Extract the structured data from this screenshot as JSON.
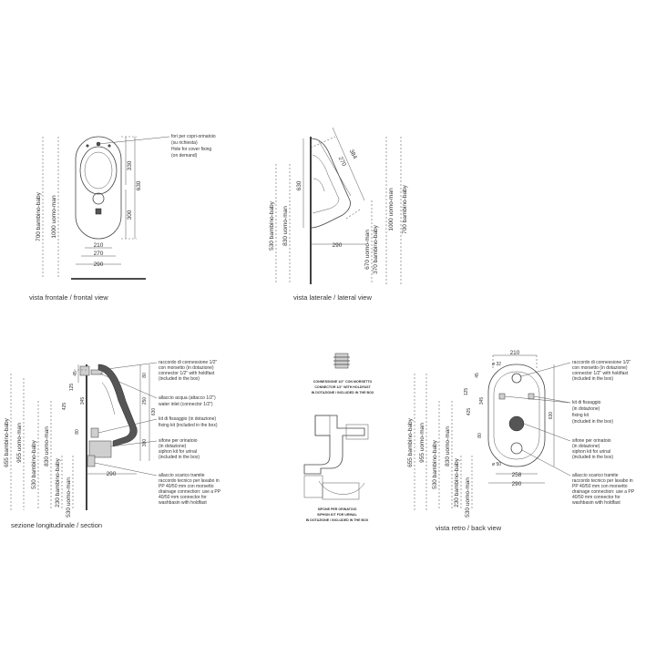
{
  "views": {
    "front": {
      "caption": "vista frontale / frontal view",
      "dims": {
        "d330": "330",
        "d300": "300",
        "d630": "630",
        "d210": "210",
        "d270": "270",
        "d290": "290",
        "side_700": "700  bambino-baby",
        "side_1000": "1000  uomo-man"
      },
      "note": [
        "fori per copri-orinatoio",
        "(su richiesta)",
        "Hole for cover fixing",
        "(on demand)"
      ]
    },
    "lateral": {
      "caption": "vista laterale / lateral view",
      "dims": {
        "d384": "384",
        "d270": "270",
        "d630": "630",
        "d290": "290",
        "left_530": "530  bambino-baby",
        "left_830": "830  uomo-man",
        "r_670": "670  uomo-man",
        "r_370": "370  bambino-baby",
        "r_1000": "1000  uomo-man",
        "r_700": "700  bambino-baby"
      }
    },
    "section": {
      "caption": "sezione longitudinale / section",
      "dims": {
        "d45": "45",
        "d80a": "80",
        "d125": "125",
        "d250": "250",
        "d345": "345",
        "d630": "630",
        "d425": "425",
        "d80b": "80",
        "d380": "380",
        "d290": "290",
        "l_655": "655  bambino-baby",
        "l_955": "955  uomo-man",
        "l_530": "530  bambino-baby",
        "l_830": "830  uomo-man",
        "l_230": "230  bambino-baby",
        "l_530b": "530  uomo-man"
      },
      "notes": [
        [
          "raccordo di connessione 1/2\"",
          "con morsetto (in dotazione)",
          "connector 1/2\" with holdfast",
          "(included in the box)"
        ],
        [
          "allaccio acqua (attacco 1/2\")",
          "water inlet (connector 1/2\")"
        ],
        [
          "kit di fissaggio (in dotazione)",
          "fixing kit (included in the box)"
        ],
        [
          "sifone per orinatoio",
          "(in dotazione)",
          "siphon kit for urinal",
          "(included in the box)"
        ],
        [
          "allaccio scarico tramite",
          "raccordo tecnico per lavabo in",
          "PP 40/50 mm con morsetto",
          "drainage connection: use a PP",
          "40/50 mm connector for",
          "washbasin with holdfast"
        ]
      ]
    },
    "center": {
      "top_label": [
        "CONNESSIONE 1/2\" CON MORSETTO",
        "CONNECTOR 1/2\" WITH HOLDFAST",
        "IN DOTAZIONE / INCLUDED IN THE BOX"
      ],
      "bottom_label": [
        "SIFONE PER ORINATOIO",
        "SIPHON KIT FOR URINAL",
        "IN DOTAZIONE / INCLUDED IN THE BOX"
      ]
    },
    "back": {
      "caption": "vista retro / back view",
      "dims": {
        "d210": "210",
        "d32": "ø 32",
        "d45": "45",
        "d125": "125",
        "d345": "345",
        "d630": "630",
        "d425": "425",
        "d80": "80",
        "d50": "ø 50",
        "d258": "258",
        "d290": "290",
        "l_655": "655  bambino-baby",
        "l_955": "955  uomo-man",
        "l_530": "530  bambino-baby",
        "l_830": "830  uomo-man",
        "l_230": "230  bambino-baby",
        "l_530b": "530  uomo-man"
      },
      "notes": [
        [
          "raccordo di connessione 1/2\"",
          "con morsetto (in dotazione)",
          "connector 1/2\" with holdfast",
          "(included in the box)"
        ],
        [
          "kit di fissaggio",
          "(in dotazione)",
          "fixing kit",
          "(included in the box)"
        ],
        [
          "sifone per orinatoio",
          "(in dotazione)",
          "siphon kit for urinal",
          "(included in the box)"
        ],
        [
          "allaccio scarico tramite",
          "raccordo tecnico per lavabo in",
          "PP 40/50 mm con morsetto",
          "drainage connection: use a PP",
          "40/50 mm connector for",
          "washbasin with holdfast"
        ]
      ]
    }
  }
}
